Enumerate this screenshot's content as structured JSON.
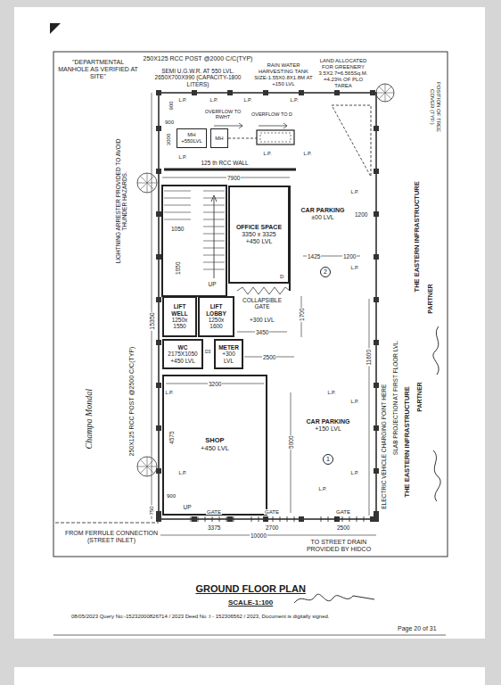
{
  "diagram": {
    "title": "GROUND FLOOR PLAN",
    "caption": "SCALE-1:100",
    "nodes": [
      {
        "text": [
          "MH",
          "+550LVL"
        ]
      },
      {
        "text": [
          "MH"
        ]
      },
      {
        "text": [
          "OFFICE SPACE",
          "3350 x 3325",
          "+450 LVL"
        ]
      },
      {
        "text": [
          "CAR PARKING",
          "±00 LVL"
        ]
      },
      {
        "text": [
          "LIFT WELL",
          "1250x 1550"
        ]
      },
      {
        "text": [
          "LIFT LOBBY",
          "1250x 1600"
        ]
      },
      {
        "text": [
          "WC",
          "2175X1050",
          "+450 LVL"
        ]
      },
      {
        "text": [
          "METER",
          "+300 LVL"
        ]
      },
      {
        "text": [
          "SHOP",
          "+450 LVL"
        ]
      },
      {
        "text": [
          "CAR PARKING",
          "+150 LVL"
        ]
      }
    ],
    "labels": [
      "\"DEPARTMENTAL MANHOLE AS VERIFIED AT SITE\"",
      "250X125 RCC POST @2000 C/C(TYP)",
      "SEMI U.G.W.R. AT 550 LVL. 2650X700X990 (CAPACITY-1800 LITERS)",
      "RAIN WATER HARVESTING TANK SIZE-1.55X0.8X1.8M AT +150 LVL",
      "LAND ALLOCATED FOR GREENERY 3.5X2.7=6.565Sq.M. =4.23% OF PLO TAREA",
      "POSITION OF TREE COVER (TYP.)",
      "LIGHTNING ARRESTER PROVIDED TO AVOID THUNDER HAZARDS.",
      "250X125 RCC POST @2500 C/C(TYP)",
      "15350",
      "Champa Mondal",
      "THE EASTERN INFRASTRUCTURE",
      "PARTNER",
      "SLAB PROJECTION AT FIRST FLOOR LVL.",
      "ELECTRIC VEHICLE CHARGING POINT HERE",
      "THE EASTERN INFRASTRUCTURE",
      "PARTNER",
      "900",
      "900",
      "3000",
      "OVERFLOW TO RWHT",
      "OVERFLOW TO D",
      "125 th RCC WALL",
      "7900",
      "1200",
      "1425",
      "1200",
      "2",
      "1050",
      "1050",
      "UP",
      "D",
      "COLLAPSIBLE GATE",
      "+300 LVL",
      "3450",
      "1700",
      "D3",
      "2500",
      "3200",
      "4575",
      "5000",
      "1",
      "11600",
      "900",
      "750",
      "UP",
      "GATE",
      "GATE",
      "GATE",
      "3375",
      "2700",
      "2500",
      "10000",
      "FROM FERRULE CONNECTION (STREET INLET)",
      "TO STREET DRAIN PROVIDED BY HIDCO",
      "Page 20 of 31",
      "08/05/2023 Query No:-15232000826714 / 2023 Deed No :I - 152306562 / 2023, Document is digitally signed.",
      "L.P.",
      "L.P.",
      "L.P.",
      "L.P.",
      "L.P.",
      "L.P.",
      "L.P.",
      "L.P.",
      "L.P.",
      "L.P.",
      "L.P.",
      "L.P.",
      "L.P.",
      "L.P.",
      "L.P."
    ]
  }
}
